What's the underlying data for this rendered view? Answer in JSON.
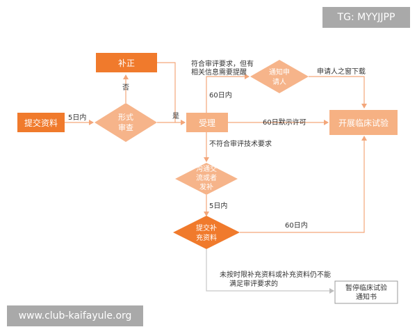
{
  "colors": {
    "dark_orange": "#f07a2c",
    "light_orange": "#f6b48a",
    "light_orange_box": "#f6b183",
    "line": "#f3a67a",
    "gray_line": "#c8c8c8",
    "text": "#333333"
  },
  "watermarks": {
    "top_right": "TG: MYYJJPP",
    "bottom_left": "www.club-kaifayule.org"
  },
  "nodes": {
    "submit": "提交资料",
    "formal_review_l1": "形式",
    "formal_review_l2": "审查",
    "correction": "补正",
    "accept": "受理",
    "notify_l1": "通知申",
    "notify_l2": "请人",
    "start_trial": "开展临床试验",
    "communicate_l1": "沟通交",
    "communicate_l2": "流或者",
    "communicate_l3": "发补",
    "supplement_l1": "提交补",
    "supplement_l2": "充资料",
    "suspend_l1": "暂停临床试验",
    "suspend_l2": "通知书"
  },
  "labels": {
    "five_days_1": "5日内",
    "no": "否",
    "yes": "是",
    "meets_l1": "符合审评要求，但有",
    "meets_l2": "相关信息需要提醒",
    "applicant_download": "申请人之窗下载",
    "sixty_days_1": "60日内",
    "sixty_days_implied": "60日默示许可",
    "not_meet": "不符合审评技术要求",
    "five_days_2": "5日内",
    "sixty_days_2": "60日内",
    "not_supplied_l1": "未按时限补充资料或补充资料仍不能",
    "not_supplied_l2": "满足审评要求的"
  }
}
